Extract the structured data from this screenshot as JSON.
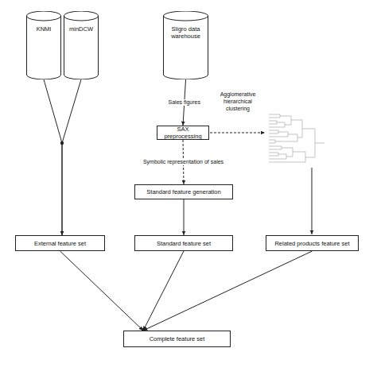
{
  "diagram": {
    "nodes": [
      {
        "text": [
          "KNMI"
        ]
      },
      {
        "text": [
          "minDCW"
        ]
      },
      {
        "text": [
          "Sligro data warehouse"
        ]
      },
      {
        "text": [
          "SAX preprocessing"
        ]
      },
      {
        "text": [
          "Standard feature generation"
        ]
      },
      {
        "text": [
          "External feature set"
        ]
      },
      {
        "text": [
          "Standard feature set"
        ]
      },
      {
        "text": [
          "Related products feature set"
        ]
      },
      {
        "text": [
          "Complete feature set"
        ]
      }
    ],
    "edges": [
      {
        "from": 0,
        "to": 5,
        "arrow": "to"
      },
      {
        "from": 1,
        "to": 5,
        "arrow": "to"
      },
      {
        "from": 2,
        "to": 3,
        "label": "Sales figures",
        "arrow": "to"
      },
      {
        "from": 3,
        "to": 4,
        "label": "Symbolic representation of sales",
        "arrow": "to"
      },
      {
        "from": 4,
        "to": 6,
        "arrow": "to"
      },
      {
        "from": 5,
        "to": 8,
        "arrow": "to"
      },
      {
        "from": 6,
        "to": 8,
        "arrow": "to"
      },
      {
        "from": 7,
        "to": 8,
        "arrow": "to"
      }
    ],
    "labels": [
      "Agglomerative hierarchical clustering"
    ]
  }
}
